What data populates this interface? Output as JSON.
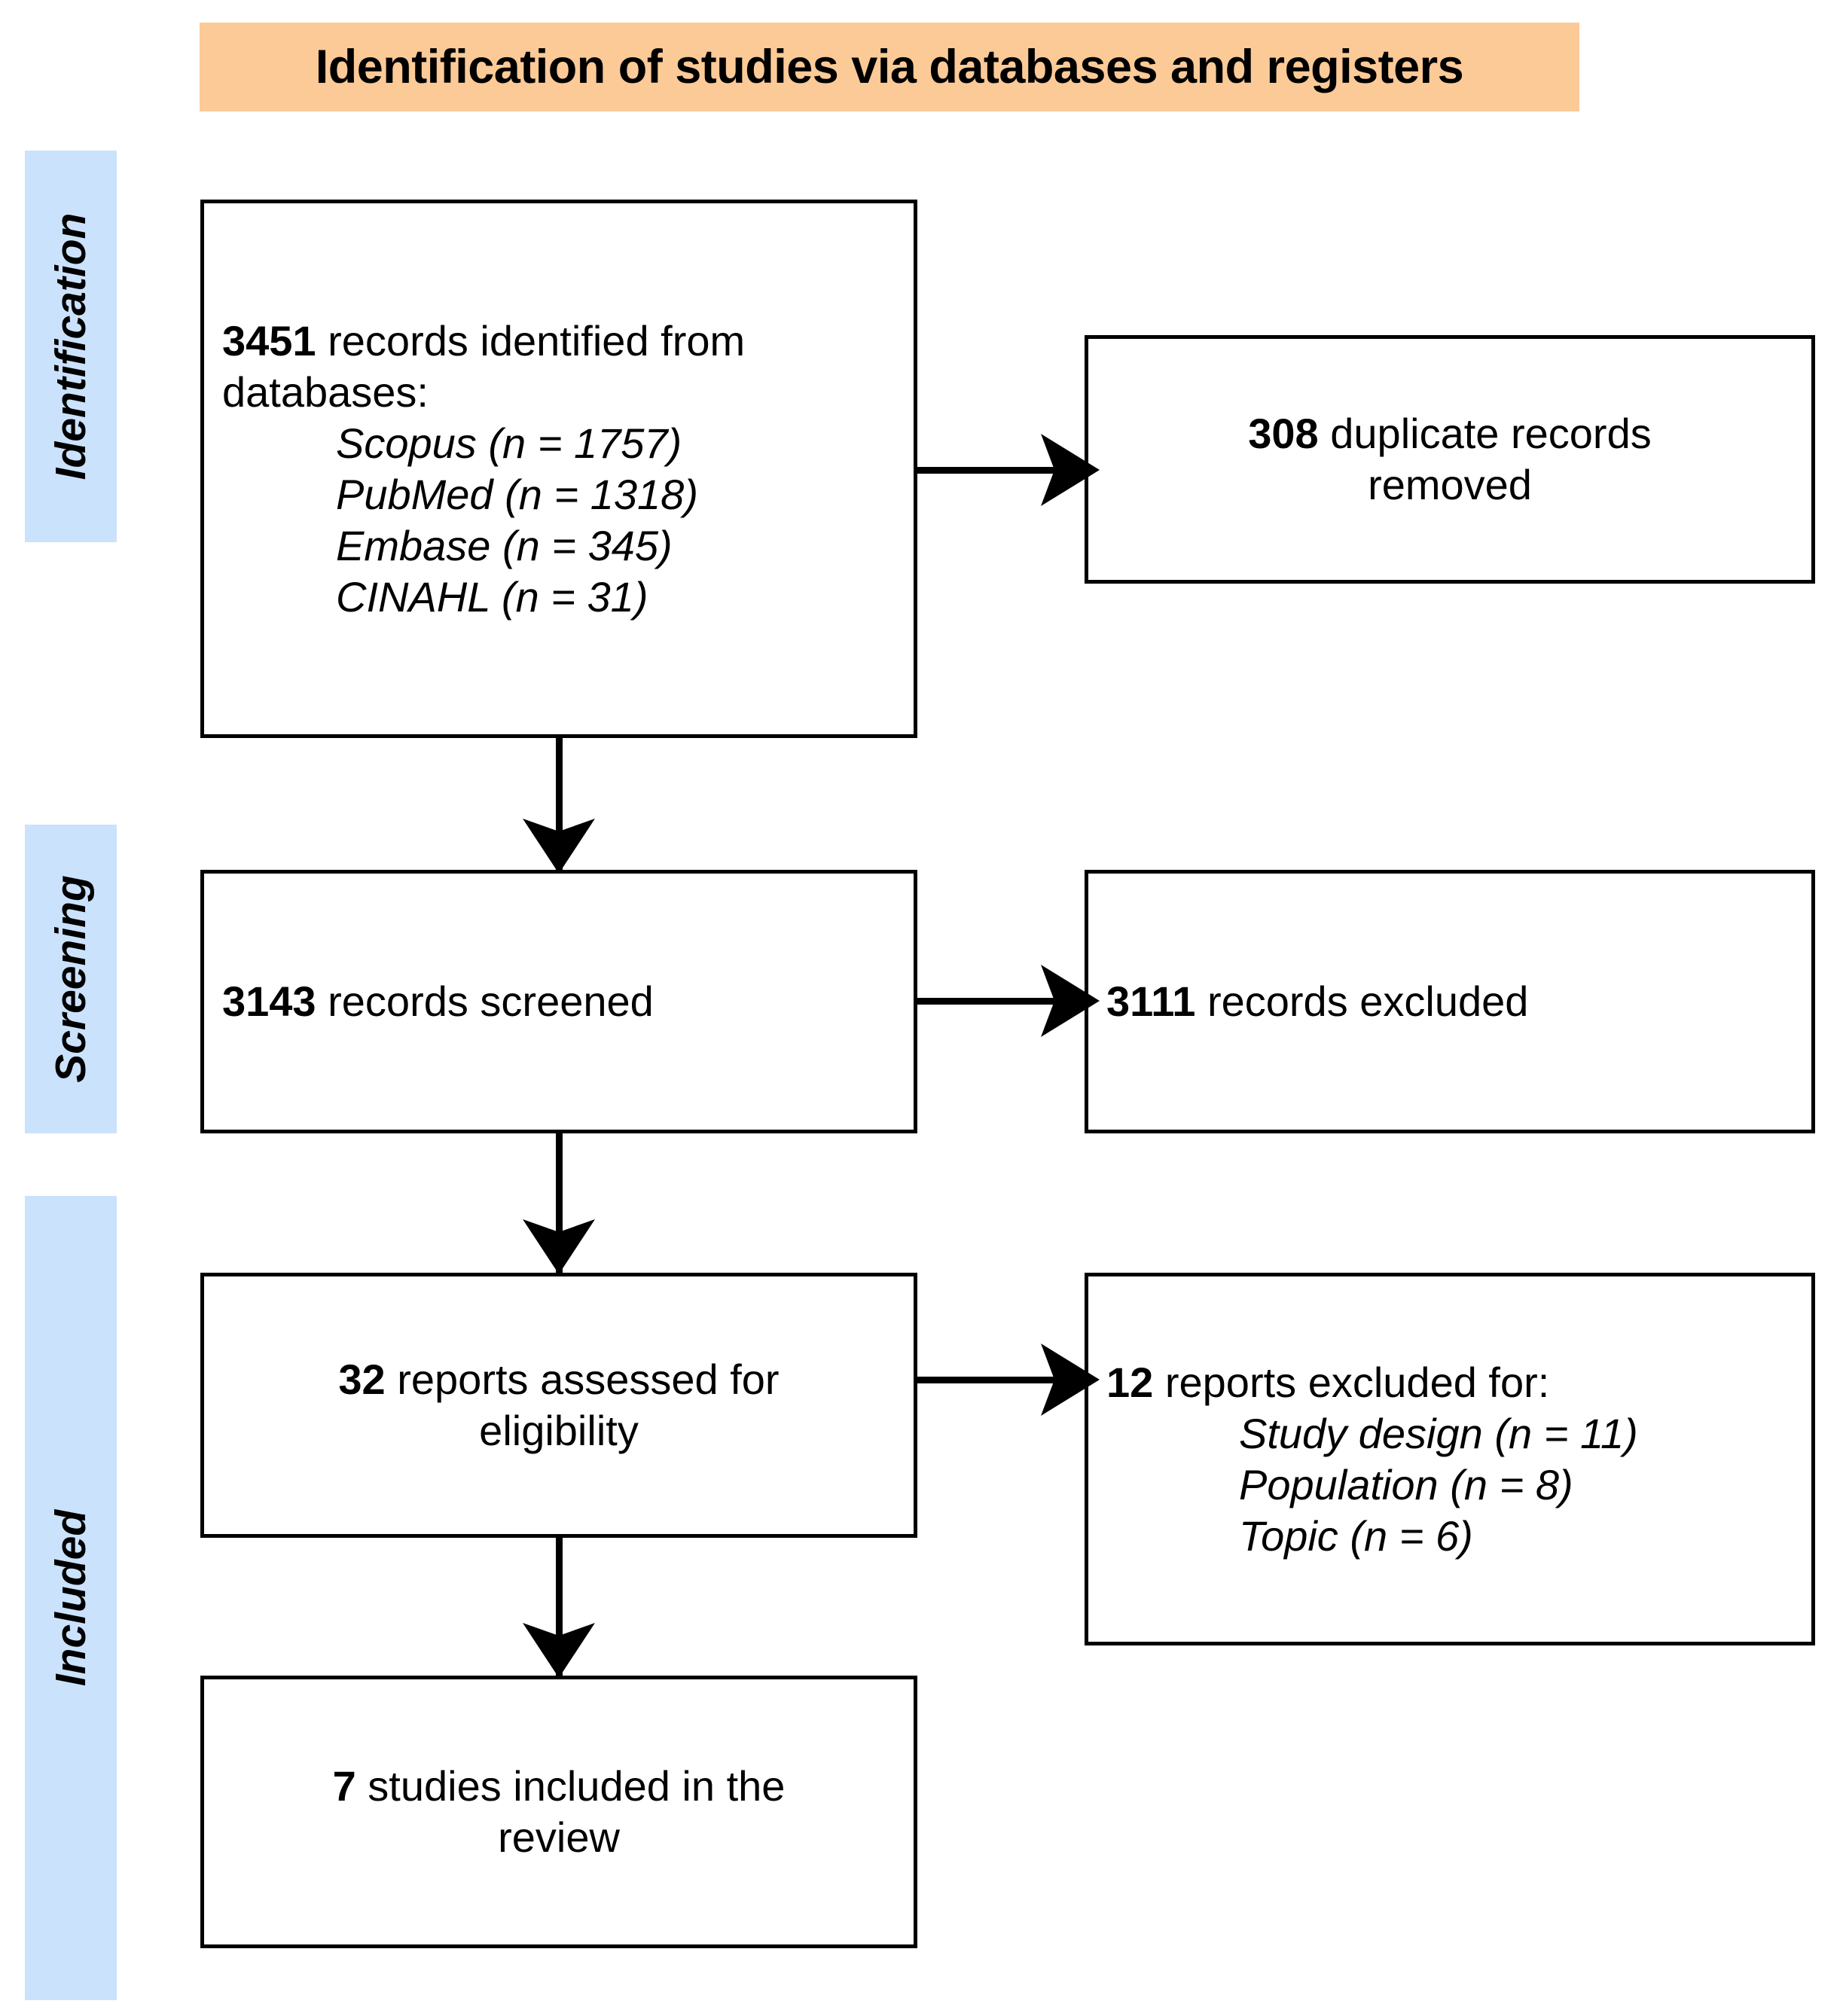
{
  "banner": {
    "title": "Identification of studies via databases and registers",
    "bg_color": "#fcca97"
  },
  "rails": {
    "bg_color": "#cbe2fc",
    "items": [
      {
        "label": "Identification"
      },
      {
        "label": "Screening"
      },
      {
        "label": "Included"
      }
    ]
  },
  "boxes": {
    "identified": {
      "count": "3451",
      "text": " records identified from databases:",
      "sources": [
        "Scopus (n = 1757)",
        "PubMed (n = 1318)",
        "Embase (n = 345)",
        "CINAHL (n = 31)"
      ]
    },
    "duplicates": {
      "count": "308",
      "line1": " duplicate records",
      "line2": "removed"
    },
    "screened": {
      "count": "3143",
      "text": " records screened"
    },
    "excluded": {
      "count": "3111",
      "text": " records excluded"
    },
    "eligibility": {
      "count": "32",
      "line1": " reports assessed for",
      "line2": "eligibility"
    },
    "reports_excluded": {
      "count": "12",
      "text": " reports excluded for:",
      "reasons": [
        "Study design (n = 11)",
        "Population (n = 8)",
        "Topic (n = 6)"
      ]
    },
    "included": {
      "count": "7",
      "line1": " studies included in the",
      "line2": "review"
    }
  },
  "chart_data": {
    "type": "diagram",
    "title": "Identification of studies via databases and registers",
    "diagram_kind": "PRISMA flow diagram",
    "stages": [
      "Identification",
      "Screening",
      "Included"
    ],
    "nodes": [
      {
        "id": "identified",
        "stage": "Identification",
        "n": 3451,
        "label": "3451 records identified from databases:"
      },
      {
        "id": "duplicates",
        "stage": "Identification",
        "n": 308,
        "label": "308 duplicate records removed"
      },
      {
        "id": "screened",
        "stage": "Screening",
        "n": 3143,
        "label": "3143 records screened"
      },
      {
        "id": "excluded",
        "stage": "Screening",
        "n": 3111,
        "label": "3111 records excluded"
      },
      {
        "id": "eligibility",
        "stage": "Included",
        "n": 32,
        "label": "32 reports assessed for eligibility"
      },
      {
        "id": "reports_excluded",
        "stage": "Included",
        "n": 12,
        "label": "12 reports excluded for:"
      },
      {
        "id": "included",
        "stage": "Included",
        "n": 7,
        "label": "7 studies included in the review"
      }
    ],
    "breakdowns": {
      "databases": {
        "Scopus": 1757,
        "PubMed": 1318,
        "Embase": 345,
        "CINAHL": 31
      },
      "exclusion_reasons": {
        "Study design": 11,
        "Population": 8,
        "Topic": 6
      }
    },
    "edges": [
      {
        "from": "identified",
        "to": "duplicates",
        "direction": "right"
      },
      {
        "from": "identified",
        "to": "screened",
        "direction": "down"
      },
      {
        "from": "screened",
        "to": "excluded",
        "direction": "right"
      },
      {
        "from": "screened",
        "to": "eligibility",
        "direction": "down"
      },
      {
        "from": "eligibility",
        "to": "reports_excluded",
        "direction": "right"
      },
      {
        "from": "eligibility",
        "to": "included",
        "direction": "down"
      }
    ]
  }
}
